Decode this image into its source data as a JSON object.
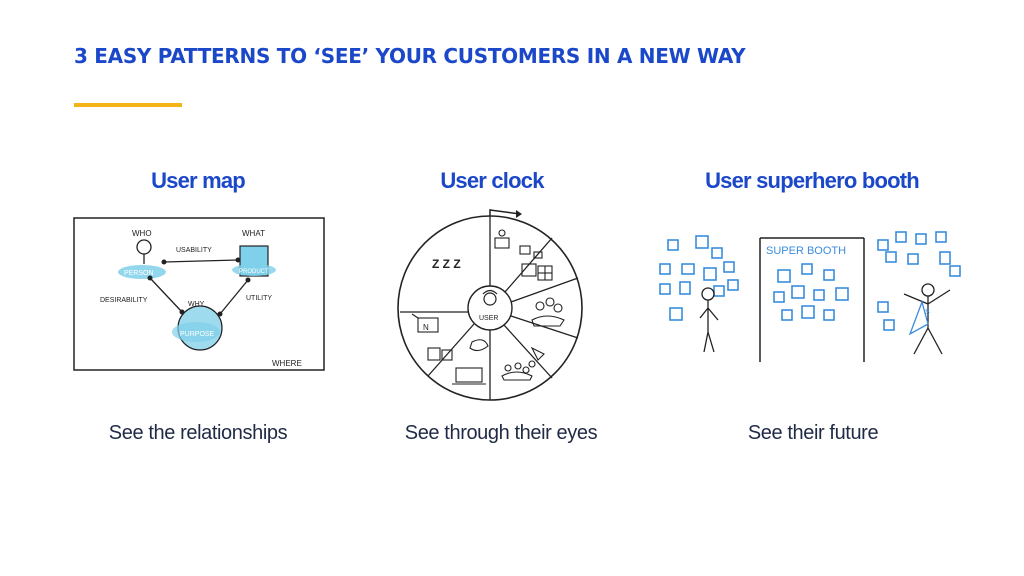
{
  "slide": {
    "title": "3 EASY PATTERNS TO ‘SEE’ YOUR CUSTOMERS IN A NEW WAY",
    "accent_color": "#f5b319",
    "brand_color": "#1b47c9"
  },
  "patterns": [
    {
      "heading": "User map",
      "caption": "See the relationships",
      "sketch_labels": {
        "who": "WHO",
        "what": "WHAT",
        "why": "WHY",
        "where": "WHERE",
        "usability": "USABILITY",
        "desirability": "DESIRABILITY",
        "utility": "UTILITY",
        "person": "PERSON",
        "product": "PRODUCT",
        "purpose": "PURPOSE"
      }
    },
    {
      "heading": "User clock",
      "caption": "See through their eyes",
      "sketch_labels": {
        "center": "USER",
        "sleep": "Z Z Z",
        "sign": "N"
      }
    },
    {
      "heading": "User superhero booth",
      "caption": "See their future",
      "sketch_labels": {
        "booth": "SUPER BOOTH",
        "emblem": "S"
      }
    }
  ]
}
